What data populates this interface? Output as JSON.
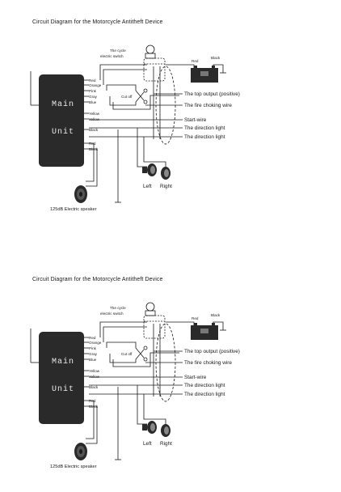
{
  "diagrams": [
    {
      "title": "Circuit Diagram for the Motorcycle Antitheft Device",
      "unit_line1": "Main",
      "unit_line2": "Unit",
      "switch_label_line1": "The cycle",
      "switch_label_line2": "electric switch",
      "battery_red": "Red",
      "battery_black": "Black",
      "cutoff": "Cut off",
      "wires": [
        "Red",
        "Orange",
        "Pink",
        "Gray",
        "Blue",
        "Yellow",
        "Yellow",
        "Black",
        "Red",
        "Black"
      ],
      "outputs": [
        "The top output (positive)",
        "The fire choking wire",
        "Start-wire",
        "The direction light",
        "The direction light"
      ],
      "left": "Left",
      "right": "Right",
      "speaker": "125dB Electric speaker"
    },
    {
      "title": "Circuit Diagram for the Motorcycle Antitheft Device",
      "unit_line1": "Main",
      "unit_line2": "Unit",
      "switch_label_line1": "The cycle",
      "switch_label_line2": "electric switch",
      "battery_red": "Red",
      "battery_black": "Black",
      "cutoff": "Cut off",
      "wires": [
        "Red",
        "Orange",
        "Pink",
        "Gray",
        "Blue",
        "Yellow",
        "Yellow",
        "Black",
        "Red",
        "Black"
      ],
      "outputs": [
        "The top output (positive)",
        "The fire choking wire",
        "Start-wire",
        "The direction light",
        "The direction light"
      ],
      "left": "Left",
      "right": "Right",
      "speaker": "125dB Electric speaker"
    }
  ]
}
